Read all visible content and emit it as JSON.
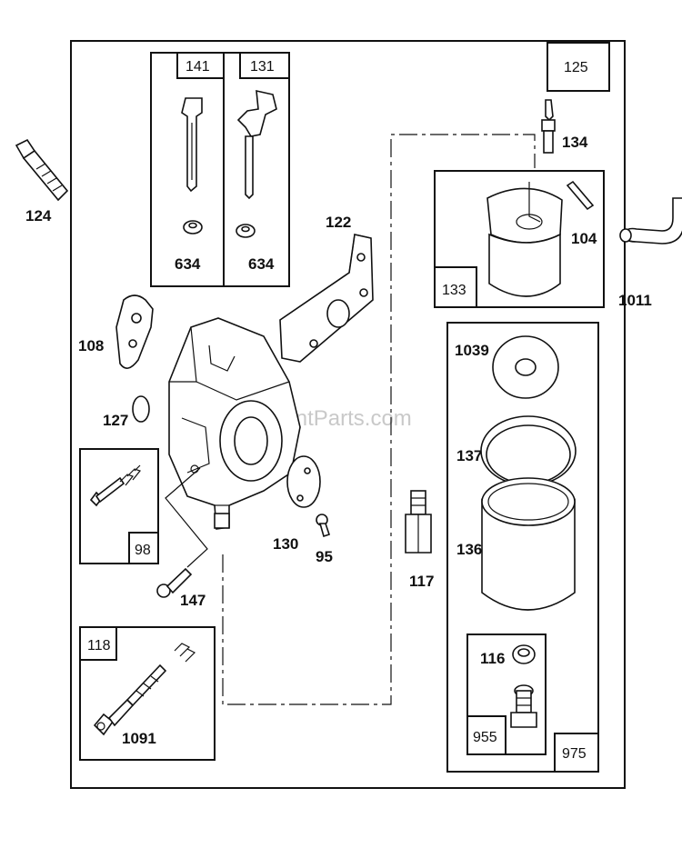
{
  "watermark": "eReplacementParts.com",
  "boxes": {
    "b125": "125",
    "b141": "141",
    "b131": "131",
    "b133": "133",
    "b98": "98",
    "b118": "118",
    "b955": "955",
    "b975": "975"
  },
  "parts": {
    "p124": "124",
    "p634a": "634",
    "p634b": "634",
    "p122": "122",
    "p134": "134",
    "p104": "104",
    "p1011": "1011",
    "p108": "108",
    "p127": "127",
    "p1039": "1039",
    "p137": "137",
    "p136": "136",
    "p130": "130",
    "p95": "95",
    "p117": "117",
    "p147": "147",
    "p116": "116",
    "p1091": "1091"
  }
}
